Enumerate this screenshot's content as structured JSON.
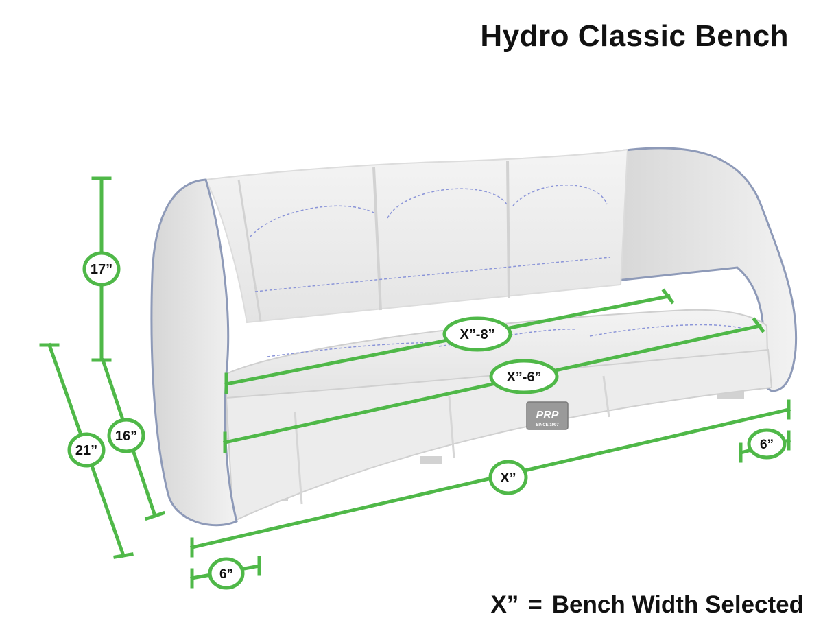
{
  "title": "Hydro Classic Bench",
  "legend": {
    "symbol": "X”",
    "equals": "=",
    "text": "Bench Width Selected"
  },
  "colors": {
    "dimension": "#4fb848",
    "seat": "#eeeeee",
    "piping": "#8e9ab8",
    "stitch": "#8b95d8",
    "text": "#111111"
  },
  "logo": {
    "brand": "PRP",
    "tagline": "SINCE 1997"
  },
  "dimensions": {
    "back_height": "17”",
    "seat_height": "16”",
    "overall_height": "21”",
    "back_width": "X”-8”",
    "seat_width": "X”-6”",
    "overall_width": "X”",
    "left_depth": "6”",
    "right_depth": "6”"
  }
}
